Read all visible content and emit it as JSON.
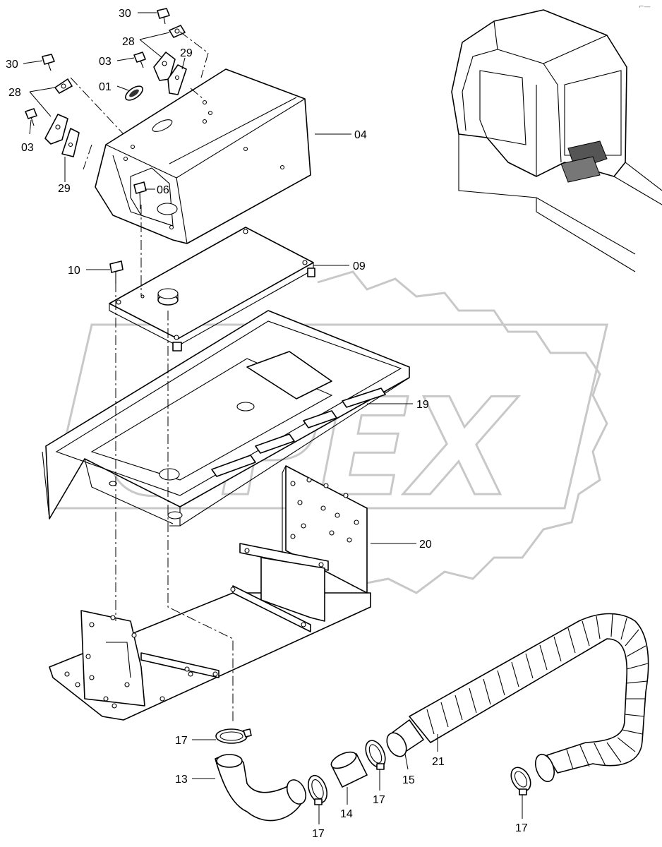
{
  "watermark": {
    "text": "OPEX",
    "color": "#c8c8c8"
  },
  "corner_mark": "⌐―",
  "labels": {
    "p30a": "30",
    "p28a": "28",
    "p03a": "03",
    "p29a": "29",
    "p30b": "30",
    "p28b": "28",
    "p01": "01",
    "p03b": "03",
    "p29b": "29",
    "p04": "04",
    "p06": "06",
    "p10": "10",
    "p09": "09",
    "p19": "19",
    "p20": "20",
    "p17a": "17",
    "p13": "13",
    "p17b": "17",
    "p14": "14",
    "p17c": "17",
    "p15": "15",
    "p21": "21",
    "p17d": "17"
  },
  "components": [
    "cover-04",
    "plate-09",
    "tray-19",
    "bracket-20",
    "hose-13",
    "pipe-14",
    "adapter-15",
    "flex-duct-21",
    "clamp-17",
    "bolt-10",
    "grommet-01",
    "hinge-28",
    "latch-29",
    "screw-30",
    "screw-03",
    "bolt-06",
    "cab-inset"
  ]
}
